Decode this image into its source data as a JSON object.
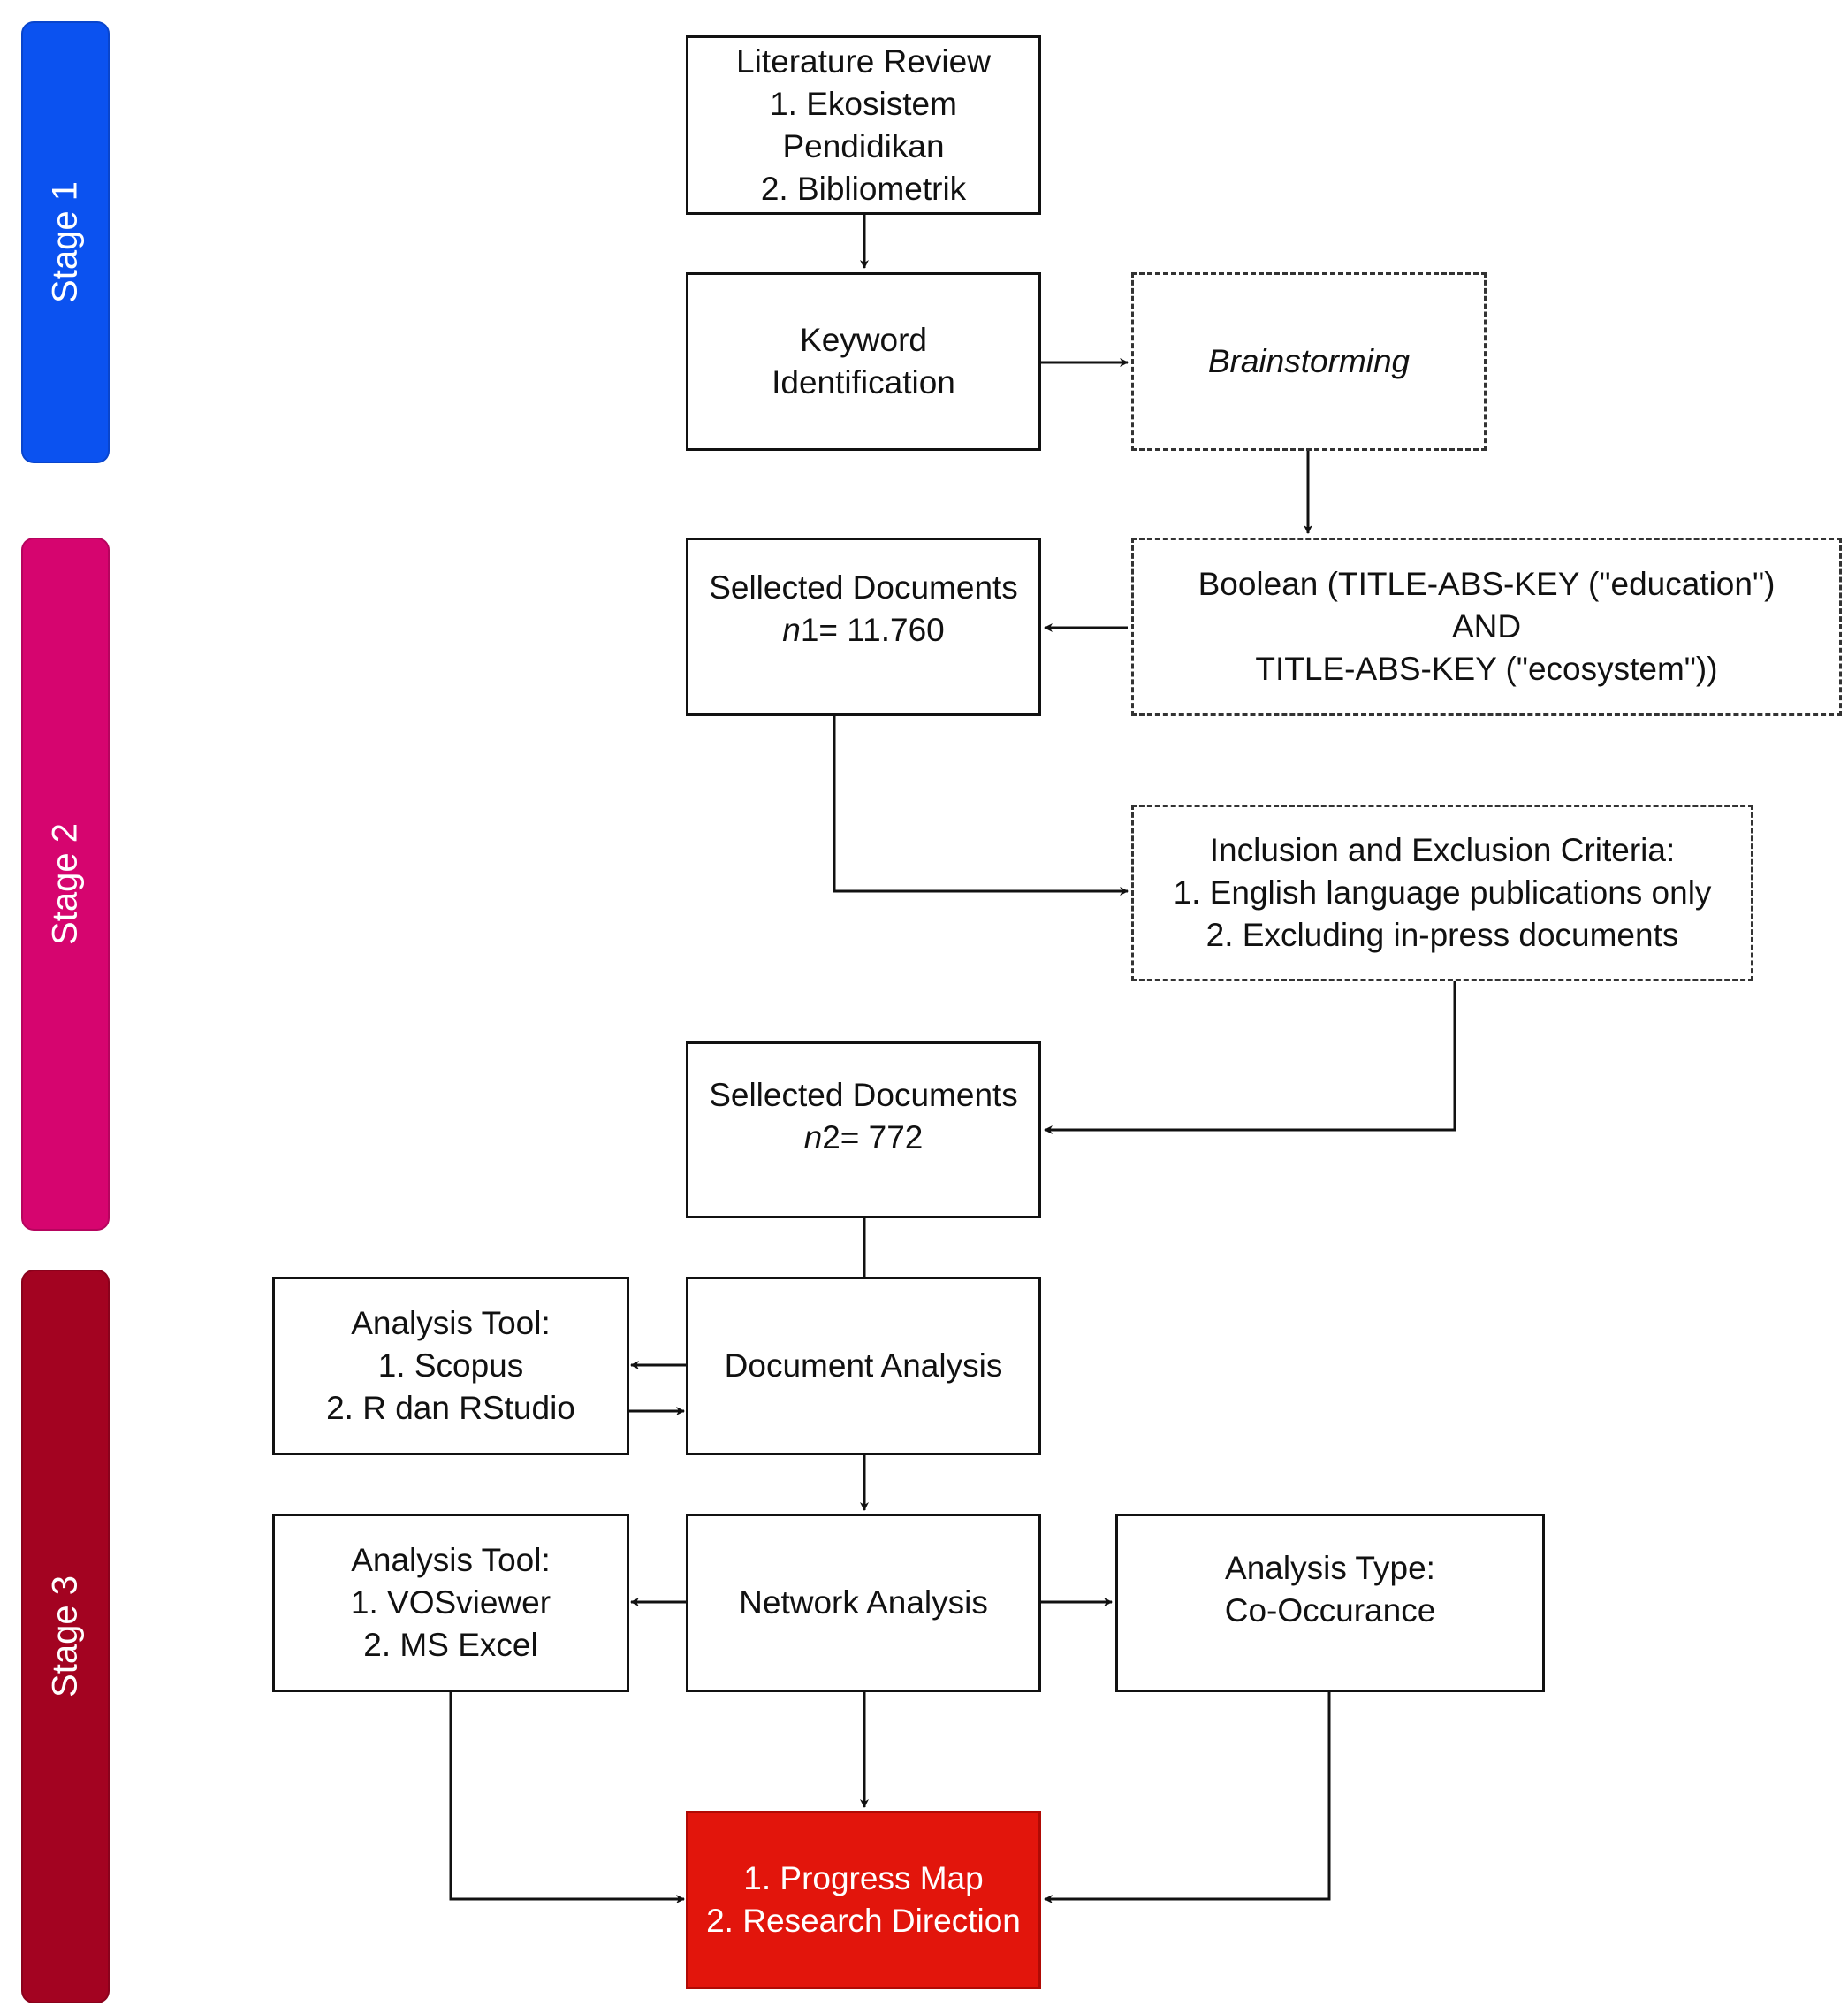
{
  "colors": {
    "stage1": "#0b52f0",
    "stage2": "#d6056f",
    "stage3": "#a30321",
    "output_box": "#e2150c"
  },
  "stages": [
    {
      "label": "Stage 1"
    },
    {
      "label": "Stage 2"
    },
    {
      "label": "Stage 3"
    }
  ],
  "nodes": {
    "literature_review": {
      "lines": [
        "Literature Review",
        "1. Ekosistem",
        "Pendidikan",
        "2. Bibliometrik"
      ]
    },
    "keyword_identification": {
      "lines": [
        "Keyword",
        "Identification"
      ]
    },
    "brainstorming": {
      "text": "Brainstorming"
    },
    "boolean_query": {
      "lines": [
        "Boolean (TITLE-ABS-KEY (\"education\")",
        "AND",
        "TITLE-ABS-KEY (\"ecosystem\"))"
      ]
    },
    "selected_documents_1": {
      "title": "Sellected Documents",
      "n_prefix": "n",
      "n_label": "1= 11.760"
    },
    "inclusion_criteria": {
      "lines": [
        "Inclusion and Exclusion Criteria:",
        "1. English language publications only",
        "2. Excluding in-press documents"
      ]
    },
    "selected_documents_2": {
      "title": "Sellected Documents",
      "n_prefix": "n",
      "n_label": "2= 772"
    },
    "analysis_tool_1": {
      "lines": [
        "Analysis Tool:",
        "1. Scopus",
        "2. R dan RStudio"
      ]
    },
    "document_analysis": {
      "text": "Document Analysis"
    },
    "analysis_tool_2": {
      "lines": [
        "Analysis Tool:",
        "1. VOSviewer",
        "2. MS Excel"
      ]
    },
    "network_analysis": {
      "text": "Network Analysis"
    },
    "analysis_type": {
      "lines": [
        "Analysis Type:",
        "Co-Occurance"
      ]
    },
    "output": {
      "lines": [
        "1. Progress Map",
        "2. Research Direction"
      ]
    }
  }
}
